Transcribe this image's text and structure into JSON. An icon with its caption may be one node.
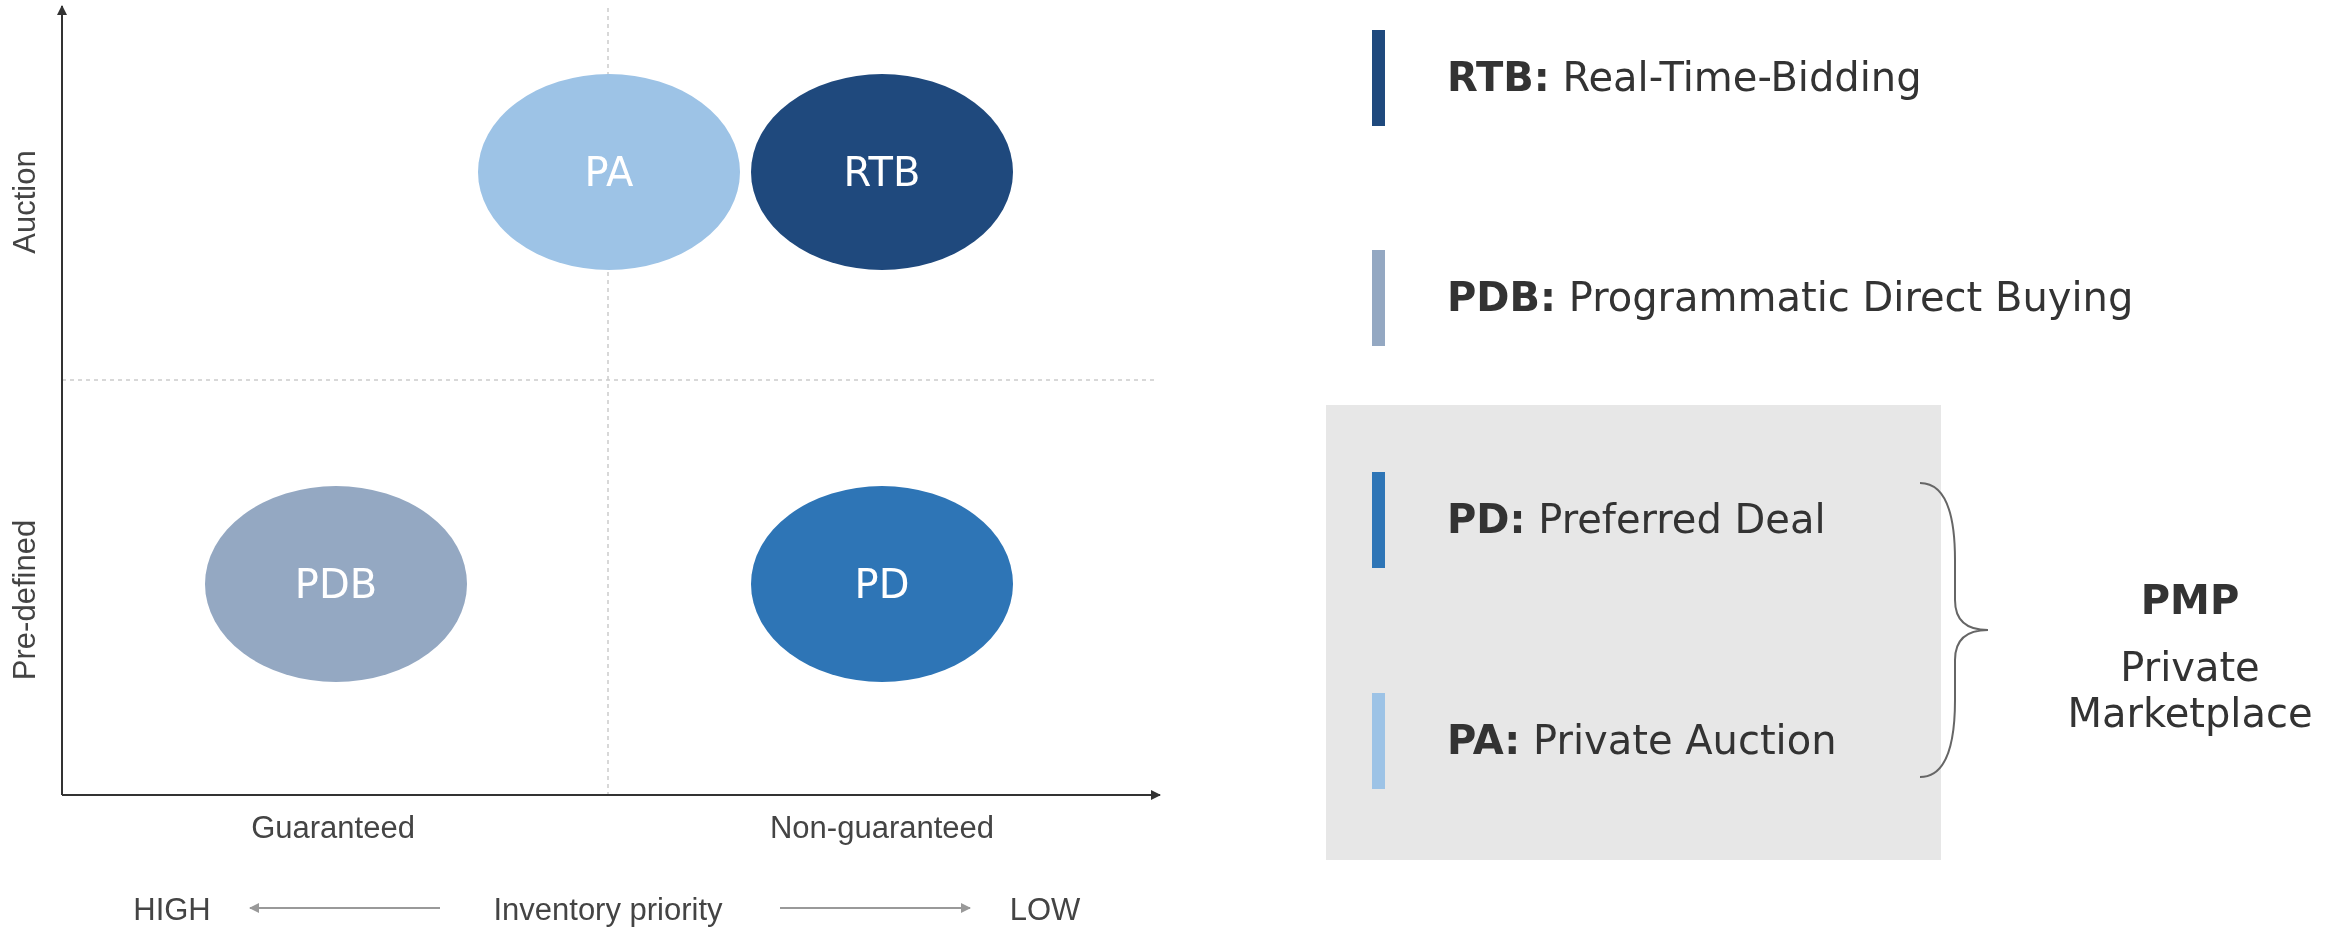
{
  "diagram": {
    "nodes": [
      {
        "text": [
          "PA"
        ]
      },
      {
        "text": [
          "RTB"
        ]
      },
      {
        "text": [
          "PDB"
        ]
      },
      {
        "text": [
          "PD"
        ]
      }
    ],
    "labels": [
      "Auction",
      "Pre-defined",
      "Guaranteed",
      "Non-guaranteed",
      "HIGH",
      "Inventory priority",
      "LOW",
      "PMP",
      "Private Marketplace"
    ],
    "legend": [
      {
        "text": "**RTB:** Real-Time-Bidding",
        "color": "#1f497d"
      },
      {
        "text": "**PDB:** Programmatic Direct Buying",
        "color": "#94a8c2"
      },
      {
        "text": "**PD:** Preferred Deal",
        "color": "#2e75b6"
      },
      {
        "text": "**PA:** Private Auction",
        "color": "#9dc3e6"
      }
    ]
  }
}
